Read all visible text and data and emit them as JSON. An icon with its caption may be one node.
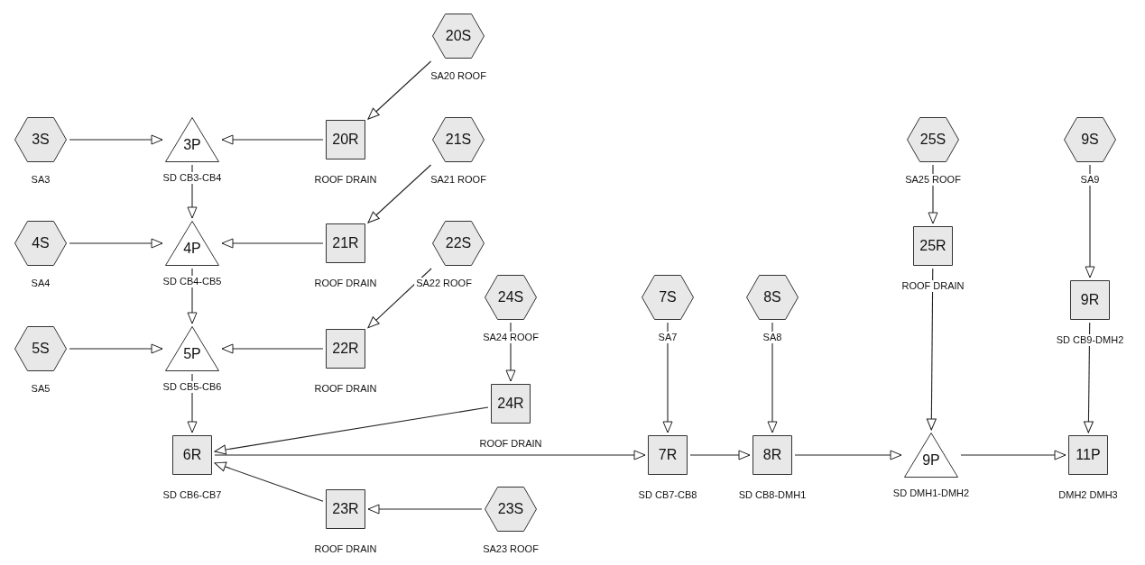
{
  "diagram": {
    "nodes": [
      {
        "text": [
          "20S"
        ],
        "beside": [
          "SA20 ROOF"
        ]
      },
      {
        "text": [
          "3S"
        ],
        "beside": [
          "SA3"
        ]
      },
      {
        "text": [
          "3P"
        ],
        "beside": [
          "SD CB3-CB4"
        ]
      },
      {
        "text": [
          "20R"
        ],
        "beside": [
          "ROOF DRAIN"
        ]
      },
      {
        "text": [
          "21S"
        ],
        "beside": [
          "SA21 ROOF"
        ]
      },
      {
        "text": [
          "25S"
        ],
        "beside": [
          "SA25 ROOF"
        ]
      },
      {
        "text": [
          "9S"
        ],
        "beside": [
          "SA9"
        ]
      },
      {
        "text": [
          "4S"
        ],
        "beside": [
          "SA4"
        ]
      },
      {
        "text": [
          "4P"
        ],
        "beside": [
          "SD CB4-CB5"
        ]
      },
      {
        "text": [
          "21R"
        ],
        "beside": [
          "ROOF DRAIN"
        ]
      },
      {
        "text": [
          "22S"
        ],
        "beside": [
          "SA22 ROOF"
        ]
      },
      {
        "text": [
          "25R"
        ],
        "beside": [
          "ROOF DRAIN"
        ]
      },
      {
        "text": [
          "24S"
        ],
        "beside": [
          "SA24 ROOF"
        ]
      },
      {
        "text": [
          "7S"
        ],
        "beside": [
          "SA7"
        ]
      },
      {
        "text": [
          "8S"
        ],
        "beside": [
          "SA8"
        ]
      },
      {
        "text": [
          "5S"
        ],
        "beside": [
          "SA5"
        ]
      },
      {
        "text": [
          "5P"
        ],
        "beside": [
          "SD CB5-CB6"
        ]
      },
      {
        "text": [
          "22R"
        ],
        "beside": [
          "ROOF DRAIN"
        ]
      },
      {
        "text": [
          "9R"
        ],
        "beside": [
          "SD CB9-DMH2"
        ]
      },
      {
        "text": [
          "24R"
        ],
        "beside": [
          "ROOF DRAIN"
        ]
      },
      {
        "text": [
          "6R"
        ],
        "beside": [
          "SD CB6-CB7"
        ]
      },
      {
        "text": [
          "7R"
        ],
        "beside": [
          "SD CB7-CB8"
        ]
      },
      {
        "text": [
          "8R"
        ],
        "beside": [
          "SD CB8-DMH1"
        ]
      },
      {
        "text": [
          "9P"
        ],
        "beside": [
          "SD DMH1-DMH2"
        ]
      },
      {
        "text": [
          "11P"
        ],
        "beside": [
          "DMH2 DMH3"
        ]
      },
      {
        "text": [
          "23R"
        ],
        "beside": [
          "ROOF DRAIN"
        ]
      },
      {
        "text": [
          "23S"
        ],
        "beside": [
          "SA23 ROOF"
        ]
      }
    ],
    "edges": [
      {
        "from": 0,
        "to": 3,
        "arrow": "to"
      },
      {
        "from": 1,
        "to": 2,
        "arrow": "to"
      },
      {
        "from": 3,
        "to": 2,
        "arrow": "to"
      },
      {
        "from": 2,
        "to": 8,
        "arrow": "to"
      },
      {
        "from": 4,
        "to": 9,
        "arrow": "to"
      },
      {
        "from": 7,
        "to": 8,
        "arrow": "to"
      },
      {
        "from": 9,
        "to": 8,
        "arrow": "to"
      },
      {
        "from": 8,
        "to": 16,
        "arrow": "to"
      },
      {
        "from": 10,
        "to": 17,
        "arrow": "to"
      },
      {
        "from": 15,
        "to": 16,
        "arrow": "to"
      },
      {
        "from": 17,
        "to": 16,
        "arrow": "to"
      },
      {
        "from": 16,
        "to": 20,
        "arrow": "to"
      },
      {
        "from": 12,
        "to": 19,
        "arrow": "to"
      },
      {
        "from": 19,
        "to": 20,
        "arrow": "to"
      },
      {
        "from": 25,
        "to": 20,
        "arrow": "to"
      },
      {
        "from": 26,
        "to": 25,
        "arrow": "to"
      },
      {
        "from": 20,
        "to": 21,
        "arrow": "to"
      },
      {
        "from": 13,
        "to": 21,
        "arrow": "to"
      },
      {
        "from": 21,
        "to": 22,
        "arrow": "to"
      },
      {
        "from": 14,
        "to": 22,
        "arrow": "to"
      },
      {
        "from": 22,
        "to": 23,
        "arrow": "to"
      },
      {
        "from": 5,
        "to": 11,
        "arrow": "to"
      },
      {
        "from": 11,
        "to": 23,
        "arrow": "to"
      },
      {
        "from": 23,
        "to": 24,
        "arrow": "to"
      },
      {
        "from": 6,
        "to": 18,
        "arrow": "to"
      },
      {
        "from": 18,
        "to": 24,
        "arrow": "to"
      }
    ]
  }
}
